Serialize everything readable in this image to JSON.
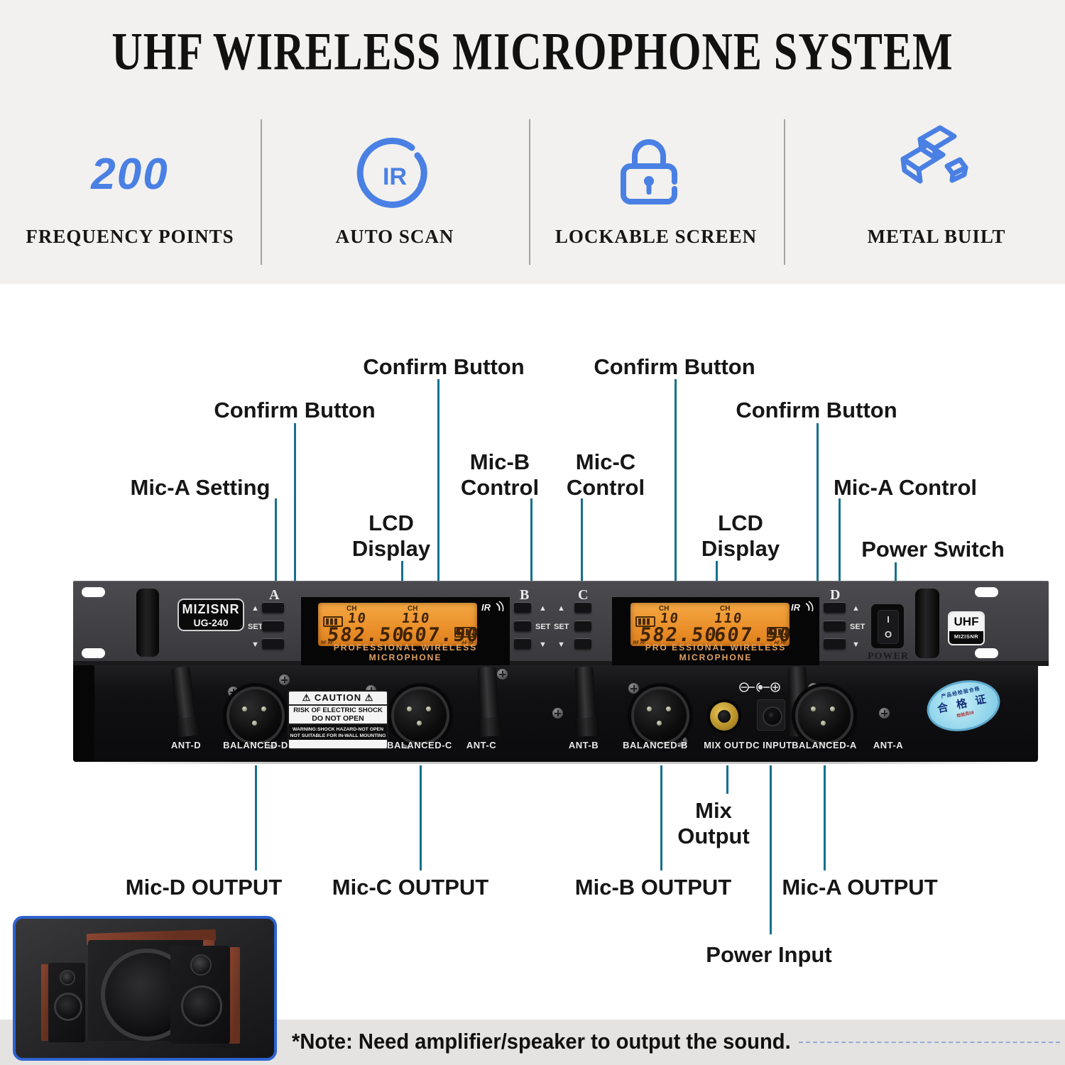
{
  "header": {
    "title": "UHF WIRELESS MICROPHONE SYSTEM",
    "features": [
      {
        "icon": "frequency-points",
        "stat": "200",
        "label": "FREQUENCY POINTS"
      },
      {
        "icon": "ir-auto-scan",
        "icon_text": "IR",
        "label": "AUTO SCAN"
      },
      {
        "icon": "lock",
        "label": "LOCKABLE SCREEN"
      },
      {
        "icon": "metal-ingots",
        "label": "METAL BUILT"
      }
    ]
  },
  "callouts": {
    "confirm_button_1": "Confirm Button",
    "confirm_button_2": "Confirm Button",
    "confirm_button_3": "Confirm Button",
    "confirm_button_4": "Confirm Button",
    "mic_a_setting": "Mic-A Setting",
    "mic_b_control": "Mic-B\nControl",
    "mic_c_control": "Mic-C\nControl",
    "mic_a_control": "Mic-A Control",
    "lcd_display_left": "LCD\nDisplay",
    "lcd_display_right": "LCD\nDisplay",
    "power_switch": "Power Switch",
    "mix_output": "Mix\nOutput",
    "mic_d_output": "Mic-D OUTPUT",
    "mic_c_output": "Mic-C OUTPUT",
    "mic_b_output": "Mic-B OUTPUT",
    "mic_a_output": "Mic-A OUTPUT",
    "power_input": "Power Input"
  },
  "device": {
    "brand": "MIZISNR",
    "model": "UG-240",
    "section_a": "A",
    "section_b": "B",
    "section_c": "C",
    "section_d": "D",
    "btn_up": "▲",
    "btn_set": "SET",
    "btn_down": "▼",
    "lcd": {
      "ch_label": "CH",
      "channel_left": "10",
      "channel_right": "110",
      "freq_left": "582.50",
      "freq_right": "607.50",
      "corner_left": "RF AF",
      "corner_right": "AF RF",
      "ir_logo": "IR"
    },
    "tagline_left": "PROFESSIONAL WIRELESS MICROPHONE",
    "tagline_right": "PRO ESSIONAL WIRELESS MICROPHONE",
    "power_label": "POWER",
    "power_on": "I",
    "power_off": "O",
    "uhf_badge": "UHF",
    "uhf_badge_brand": "MIZISNR"
  },
  "rear": {
    "caution_title": "CAUTION",
    "warn_icon": "⚠",
    "caution_risk": "RISK OF ELECTRIC SHOCK",
    "caution_do_not": "DO NOT OPEN",
    "caution_warning_1": "WARNING:SHOCK HAZARD-NOT OPEN",
    "caution_warning_2": "NOT SUITABLE FOR IN-WALL MOUNTING",
    "ports": [
      "ANT-D",
      "BALANCED-D",
      "BALANCED-C",
      "ANT-C",
      "ANT-B",
      "BALANCED-B",
      "MIX OUT",
      "DC INPUT",
      "BALANCED-A",
      "ANT-A"
    ],
    "sticker_top": "产品经检验合格",
    "sticker_main": "合 格 证",
    "sticker_small": "检验员08"
  },
  "note": "*Note: Need amplifier/speaker to output the sound.",
  "colors": {
    "accent_blue": "#4a80e4",
    "callout_line": "#15708e",
    "lcd_orange": "#ef9a37"
  }
}
